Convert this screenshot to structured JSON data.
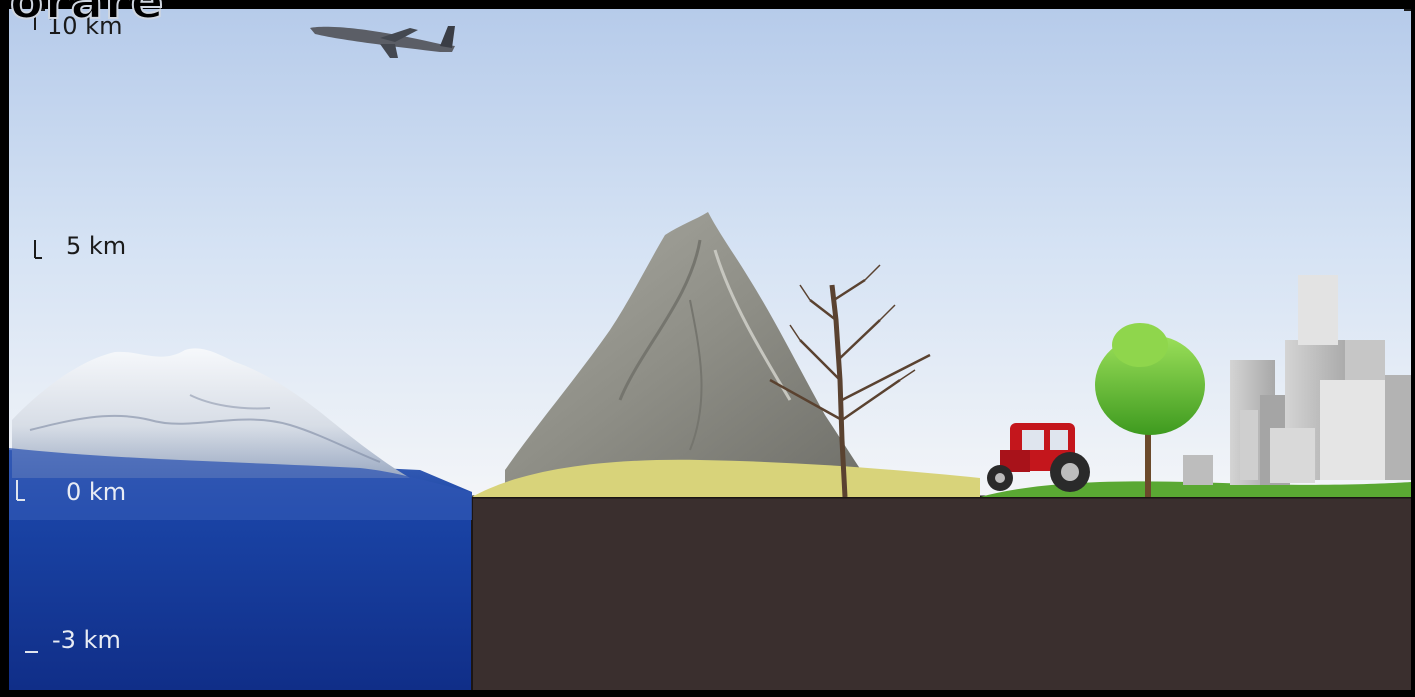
{
  "header": {
    "fragment": "orare"
  },
  "altitude_scale": {
    "ticks": [
      {
        "label": "10 km"
      },
      {
        "label": "5 km"
      },
      {
        "label": "0 km"
      },
      {
        "label": "-3 km"
      }
    ]
  },
  "colors": {
    "sky_top": "#b9cdea",
    "sky_bottom": "#f1f4f8",
    "ocean": "#1a3f9e",
    "ground": "#3a2f2e",
    "grass": "#5aa833",
    "tractor": "#c4161c"
  },
  "scene": {
    "icons": [
      "airplane-icon",
      "snowy-mountain-icon",
      "rocky-mountain-icon",
      "bare-tree-icon",
      "tractor-icon",
      "green-tree-icon",
      "city-buildings-icon"
    ]
  }
}
